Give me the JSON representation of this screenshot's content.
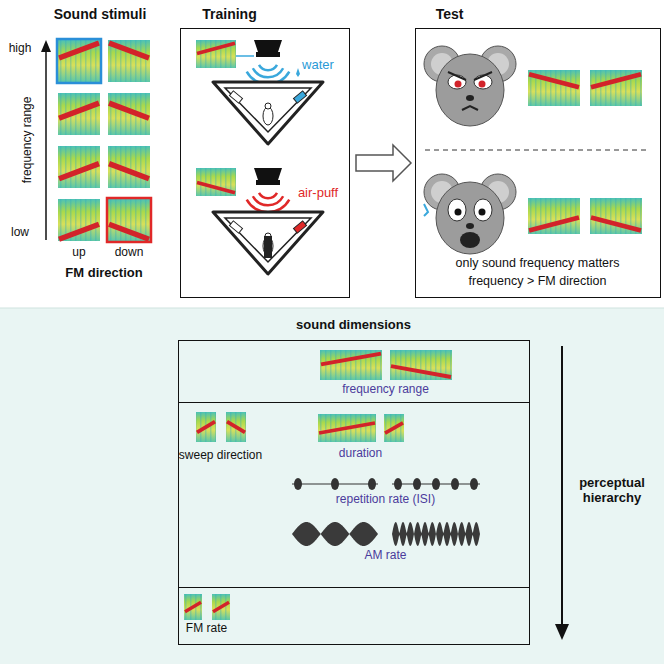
{
  "diagram": {
    "nodes": [
      {
        "text": [
          "Training"
        ]
      },
      {
        "text": [
          "Test",
          "only sound frequency matters",
          "frequency > FM direction"
        ]
      },
      {
        "text": [
          "sound dimensions"
        ]
      },
      {
        "text": [
          "frequency range"
        ],
        "in": 2
      },
      {
        "text": [
          "sweep direction",
          "duration",
          "repetition rate (ISI)",
          "AM rate"
        ],
        "in": 2
      },
      {
        "text": [
          "FM rate"
        ],
        "in": 2
      }
    ],
    "edges": [
      {
        "from": 0,
        "to": 1,
        "arrow": "to"
      }
    ],
    "labels": [
      "Sound stimuli",
      "high",
      "low",
      "frequency range",
      "up",
      "down",
      "FM direction",
      "water",
      "air-puff",
      "perceptual hierarchy"
    ]
  }
}
